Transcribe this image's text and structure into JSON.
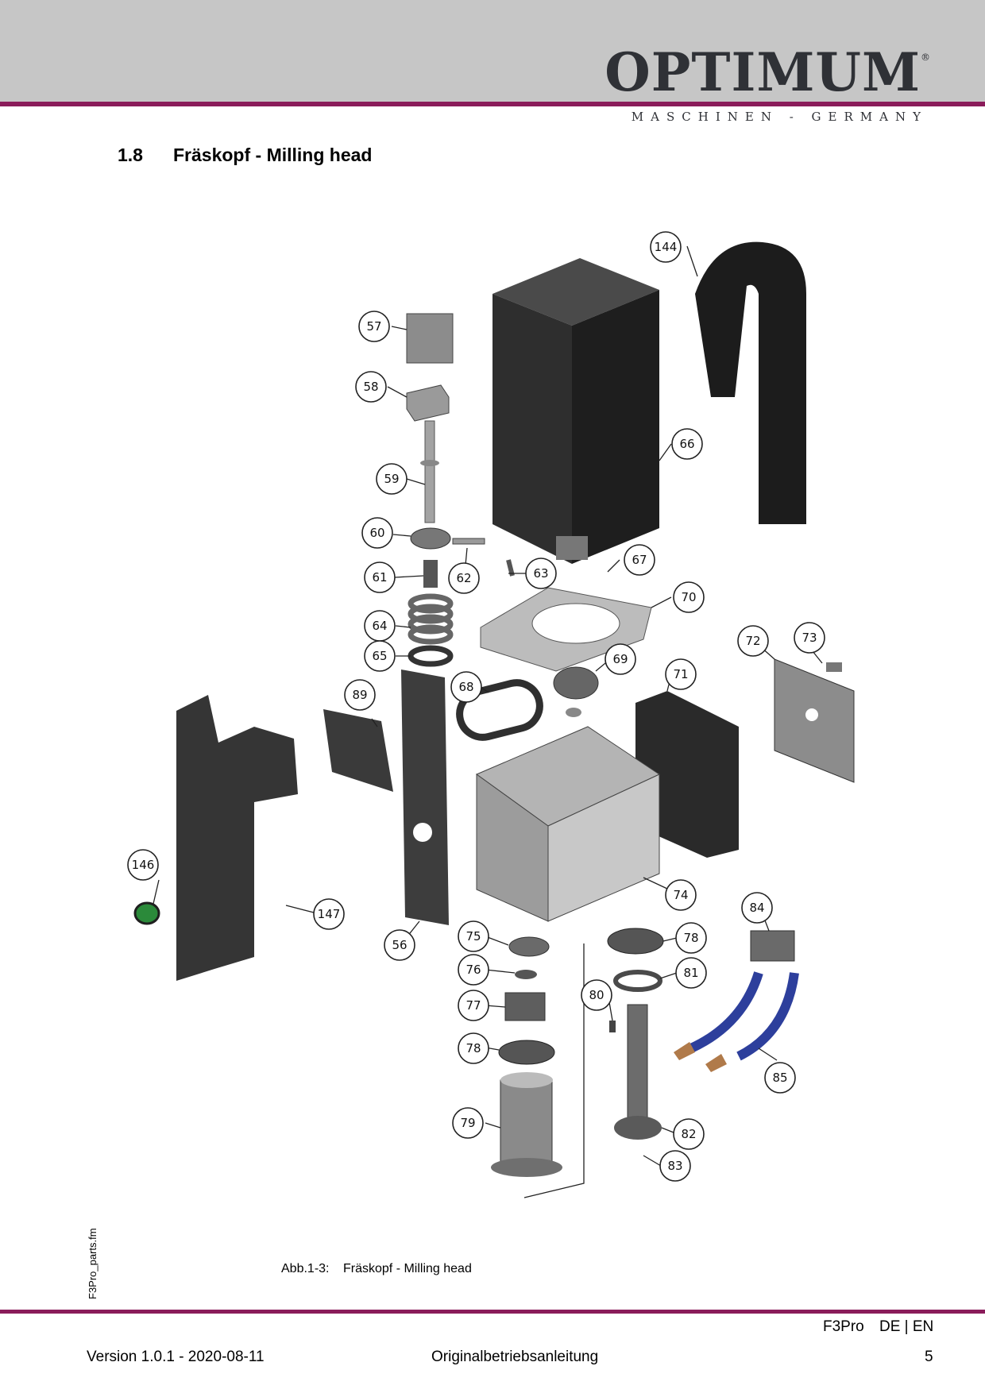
{
  "header": {
    "brand": "OPTIMUM",
    "registered": "®",
    "subline": "MASCHINEN - GERMANY"
  },
  "section": {
    "number": "1.8",
    "title": "Fräskopf - Milling head"
  },
  "callouts": [
    "57",
    "58",
    "59",
    "60",
    "61",
    "62",
    "63",
    "64",
    "65",
    "66",
    "67",
    "68",
    "69",
    "70",
    "71",
    "72",
    "73",
    "74",
    "75",
    "76",
    "77",
    "78",
    "78",
    "79",
    "80",
    "81",
    "82",
    "83",
    "84",
    "85",
    "89",
    "144",
    "146",
    "147",
    "56"
  ],
  "figure": {
    "label": "Abb.1-3:",
    "caption": "Fräskopf - Milling head"
  },
  "side_note": "F3Pro_parts.fm",
  "footer": {
    "product": "F3Pro",
    "languages": "DE | EN",
    "version": "Version 1.0.1 - 2020-08-11",
    "manual": "Originalbetriebsanleitung",
    "page": "5"
  },
  "colors": {
    "accent": "#8a1c5a",
    "header_band": "#c6c6c6",
    "part_dark": "#2a2a2a",
    "part_grey": "#9a9a9a",
    "hose_blue": "#2d3f9c",
    "nozzle": "#b07a4a"
  }
}
